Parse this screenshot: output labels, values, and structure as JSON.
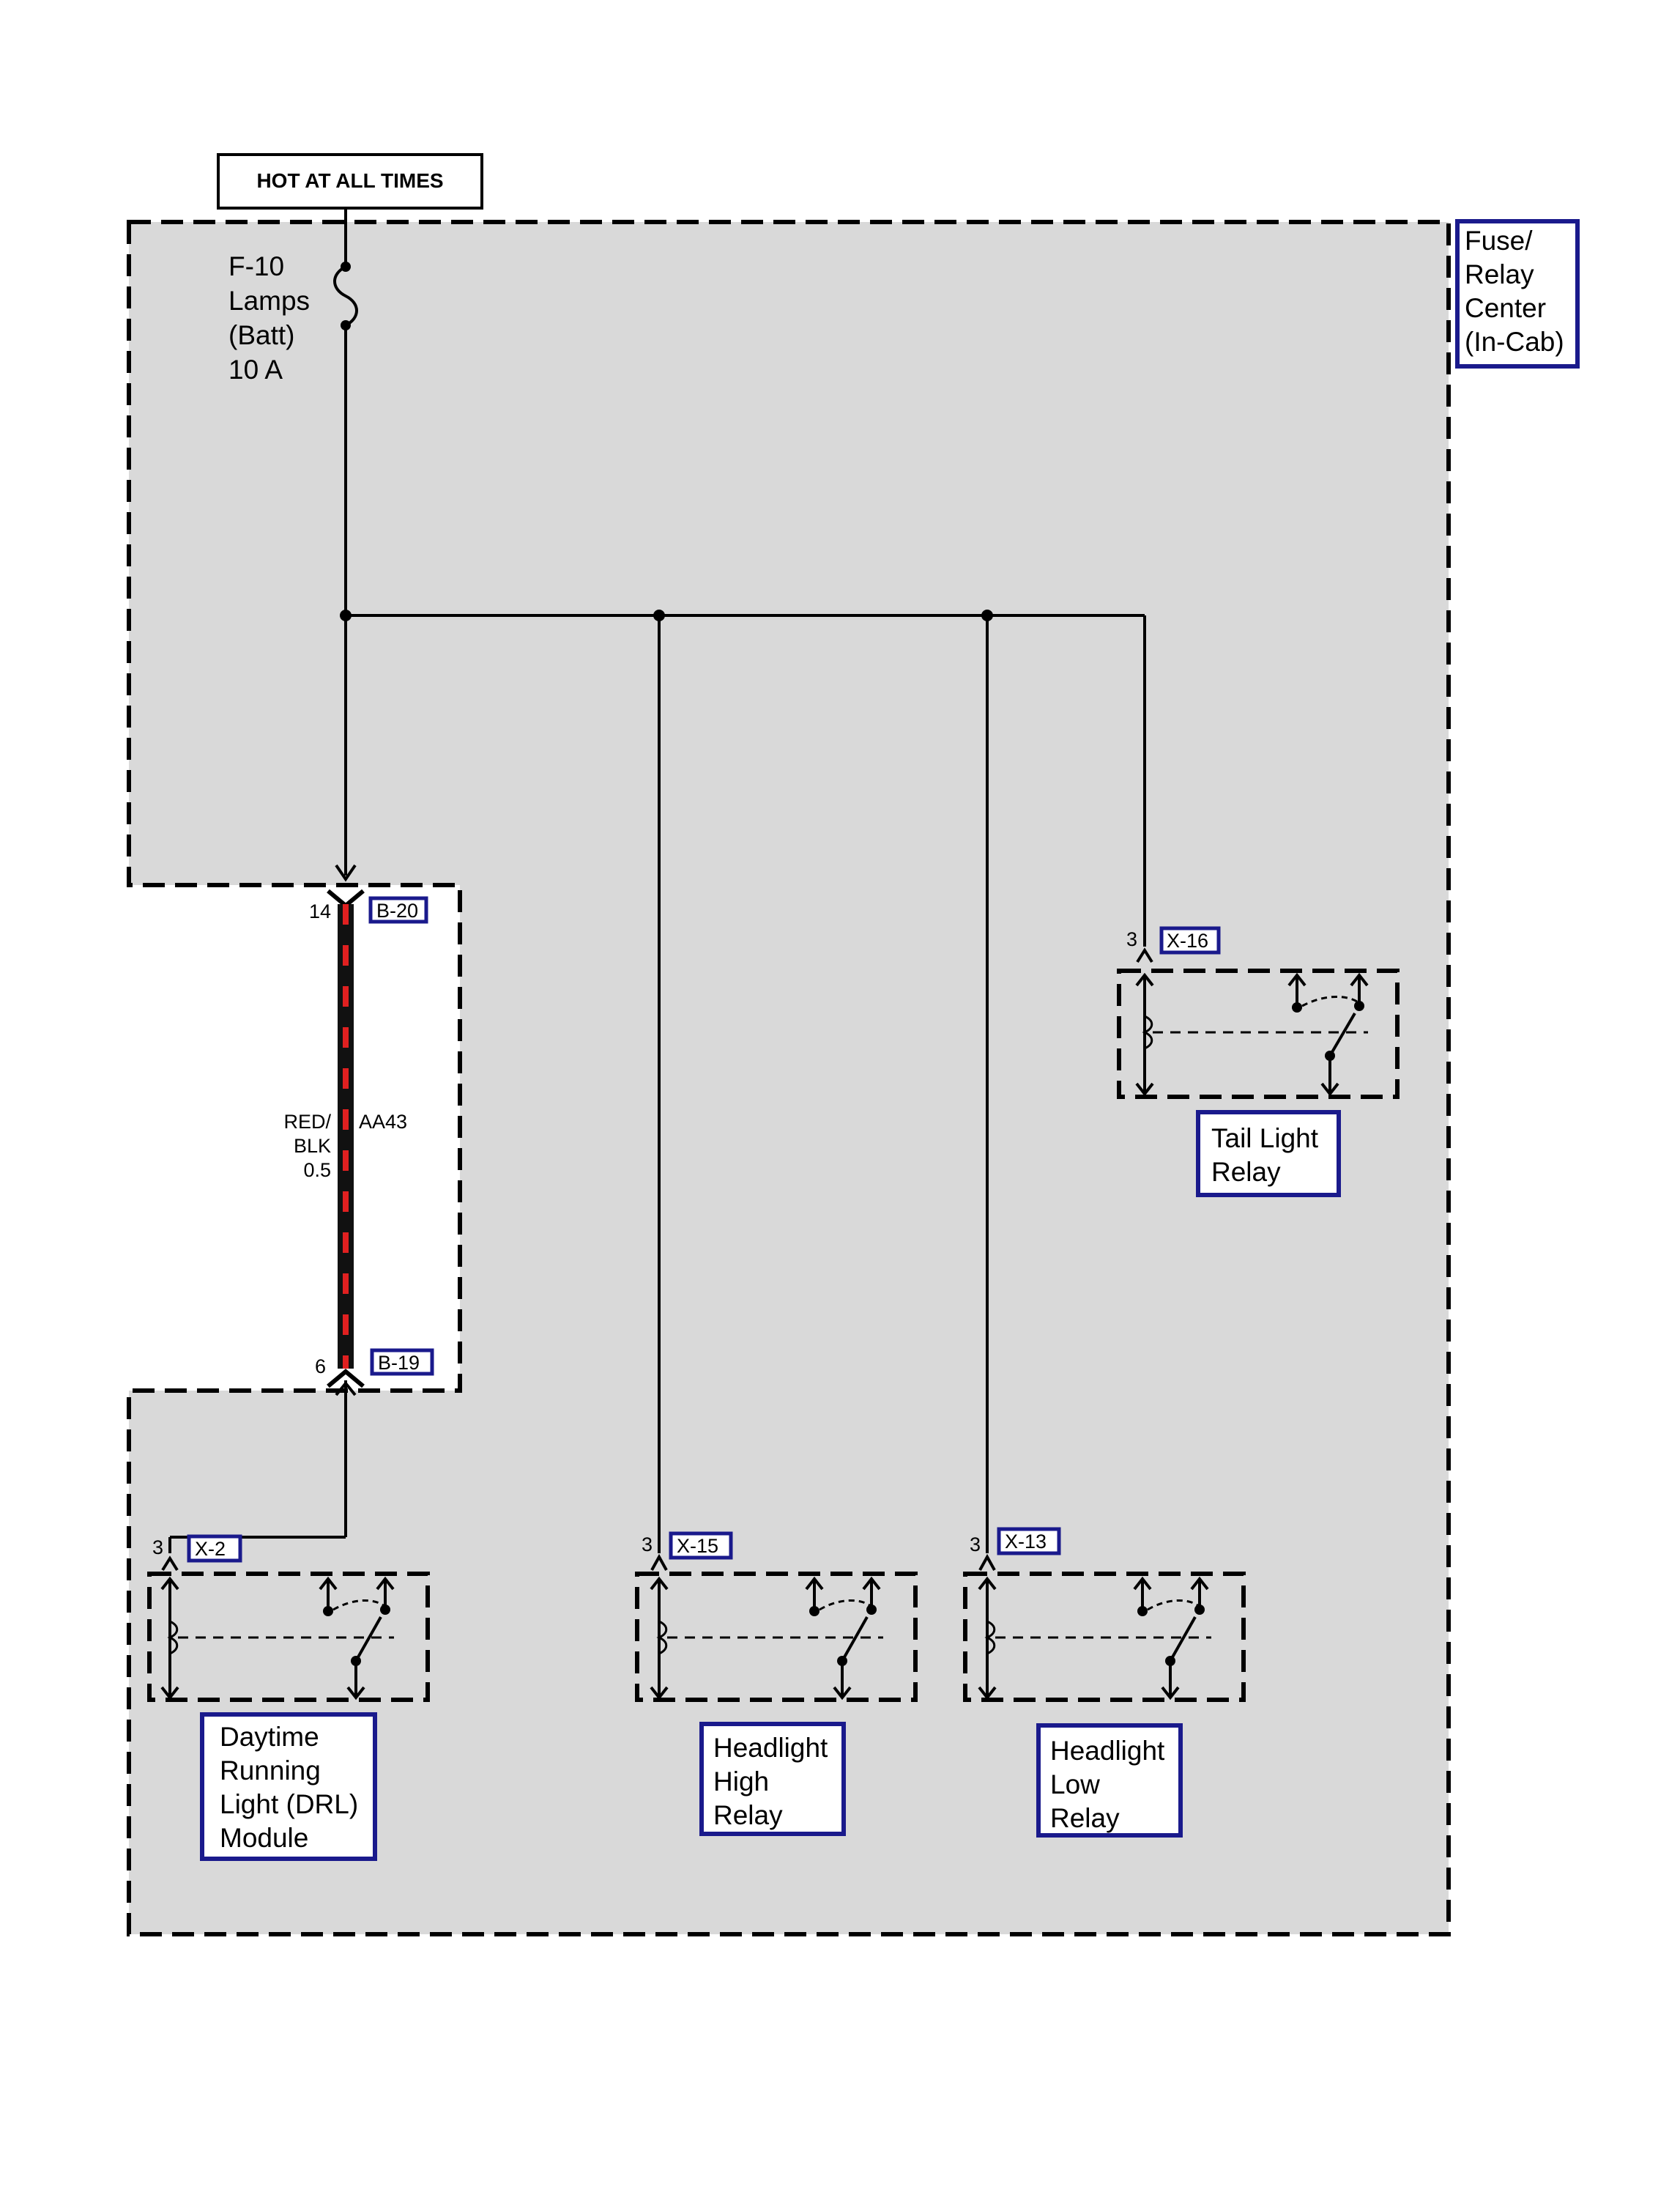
{
  "header": {
    "text": "HOT AT ALL TIMES"
  },
  "fuse_relay_center": {
    "lines": [
      "Fuse/",
      "Relay",
      "Center",
      "(In-Cab)"
    ]
  },
  "fuse": {
    "lines": [
      "F-10",
      "Lamps",
      "(Batt)",
      "10 A"
    ]
  },
  "connector_top": {
    "pin": "14",
    "id": "B-20"
  },
  "connector_bottom": {
    "pin": "6",
    "id": "B-19"
  },
  "wire": {
    "color_lines": [
      "RED/",
      "BLK",
      "0.5"
    ],
    "circuit": "AA43"
  },
  "relays": [
    {
      "pin": "3",
      "connector": "X-16",
      "label_lines": [
        "Tail Light",
        "Relay"
      ]
    },
    {
      "pin": "3",
      "connector": "X-2",
      "label_lines": [
        "Daytime",
        "Running",
        "Light (DRL)",
        "Module"
      ]
    },
    {
      "pin": "3",
      "connector": "X-15",
      "label_lines": [
        "Headlight",
        "High",
        "Relay"
      ]
    },
    {
      "pin": "3",
      "connector": "X-13",
      "label_lines": [
        "Headlight",
        "Low",
        "Relay"
      ]
    }
  ],
  "colors": {
    "box_border": "#1a1a8c",
    "shade": "#d9d9d9",
    "wire_red": "#e02020",
    "wire_black": "#111111"
  }
}
